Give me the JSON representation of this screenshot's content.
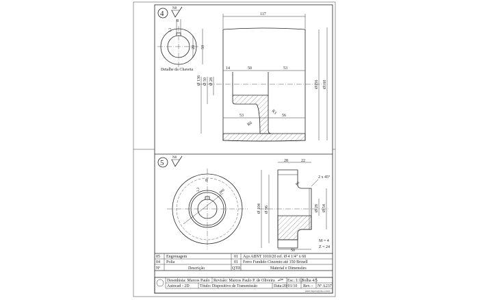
{
  "part4": {
    "number": "4",
    "finish": "N8",
    "detail_label": "Detalhe da Chaveta",
    "dims": {
      "width": "117",
      "key_w": "8",
      "key_h": "3,3",
      "bore": "28",
      "hub": "50",
      "d14": "14",
      "d50": "50",
      "d53a": "53",
      "d136": "Ø 136",
      "d50v": "Ø 50",
      "d28v": "Ø 28",
      "d156": "Ø156",
      "d160": "Ø160",
      "r3": "R3",
      "d53b": "53",
      "d56": "56",
      "r6": "R6"
    }
  },
  "part5": {
    "number": "5",
    "finish": "N8",
    "dims": {
      "key_w": "8",
      "key_h": "3,3",
      "d66": "Ø66",
      "d28h": "28",
      "d22": "22",
      "r6": "R6",
      "chamfer": "2 x 45°",
      "d104": "Ø 104",
      "d96": "Ø 96",
      "d28": "Ø 28",
      "d54": "Ø 54",
      "d50": "50"
    },
    "gear": {
      "module": "M = 4",
      "teeth": "Z = 24"
    }
  },
  "parts_list": {
    "rows": [
      {
        "num": "05",
        "desc": "Engrenagem",
        "qty": "01",
        "material": "Aço ABNT 1010/20  ref. Ø 4 1/4\" x 60"
      },
      {
        "num": "04",
        "desc": "Polia",
        "qty": "01",
        "material": "Ferro Fundido Cinzento até 150 Brinell"
      }
    ],
    "header": {
      "num": "Nº",
      "desc": "Descrição",
      "qty": "QTD.",
      "material": "Material e Dimensões"
    }
  },
  "title_block": {
    "drawn": "Desenhista: Marcos Paulo",
    "review": "Revisão: Marcos Paulo P. de Oliveira",
    "scale": "Esc.:1:1,5",
    "sheet": "Folha 4/5",
    "software": "Autocad - 2D",
    "title": "Título: Dispositivo de Transmissão",
    "date": "Data:20/01/10",
    "rev": "Rev. -",
    "number": "Nº A237",
    "email": "email: mppolo@yahoo.com.br"
  }
}
